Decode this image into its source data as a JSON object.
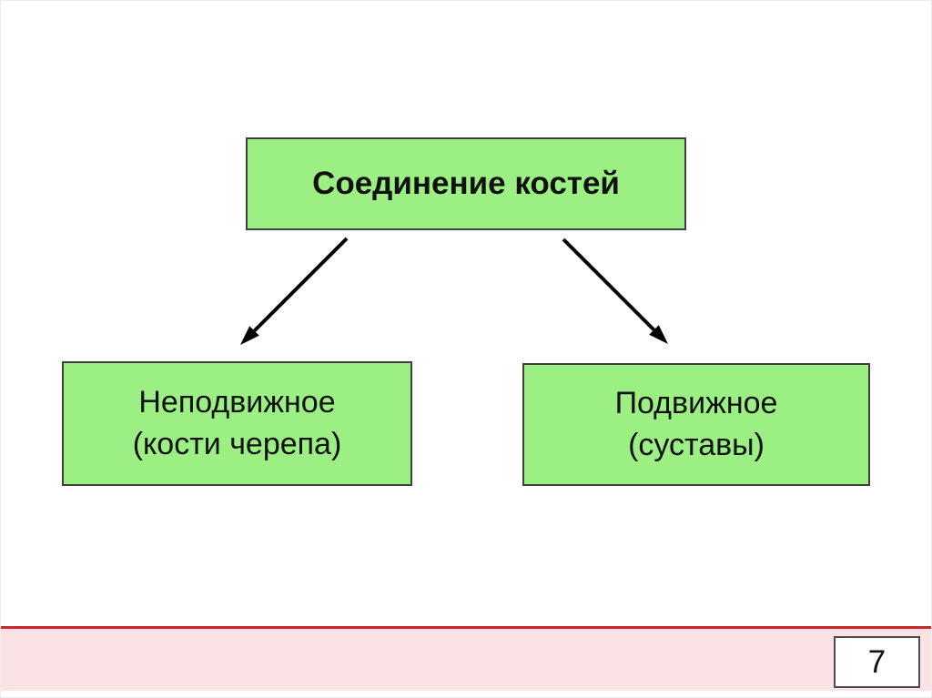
{
  "diagram": {
    "root_label": "Соединение костей",
    "left_node": {
      "line1": "Неподвижное",
      "line2": "(кости черепа)"
    },
    "right_node": {
      "line1": "Подвижное",
      "line2": "(суставы)"
    }
  },
  "footer": {
    "page_number": "7"
  },
  "colors": {
    "node_fill": "#9CF083",
    "node_border": "#404040",
    "arrow": "#000000",
    "footer_bar": "#FBE3E5",
    "footer_line": "#C9252B",
    "page_box_border": "#4D4D4D"
  }
}
